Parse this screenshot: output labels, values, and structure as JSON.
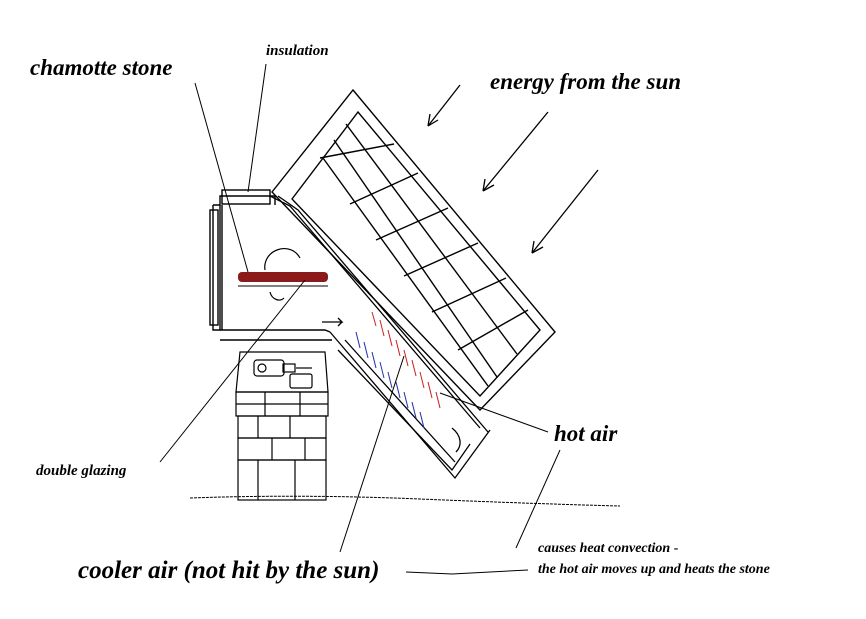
{
  "labels": {
    "chamotte_stone": "chamotte stone",
    "insulation": "insulation",
    "energy_from_sun": "energy from the sun",
    "hot_air": "hot air",
    "double_glazing": "double glazing",
    "cooler_air": "cooler air (not hit by the sun)",
    "convection_line1": "causes heat convection -",
    "convection_line2": "the hot air moves up and heats the stone"
  },
  "colors": {
    "stone": "#8b1a1a",
    "hot_air": "#cc2222",
    "cool_air": "#2233aa",
    "ink": "#000000"
  }
}
